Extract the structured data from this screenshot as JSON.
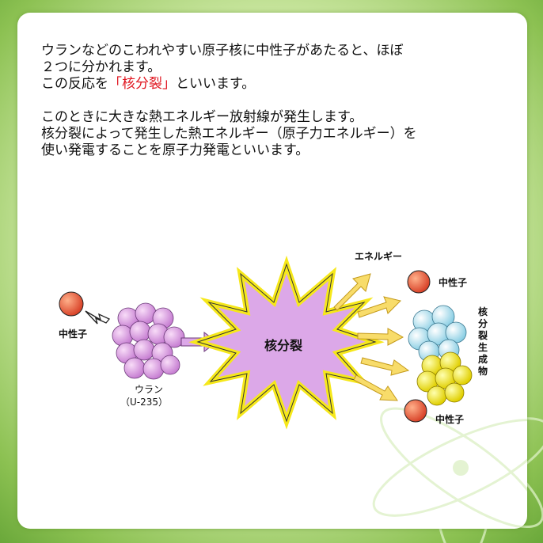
{
  "intro": {
    "line1": "ウランなどのこわれやすい原子核に中性子があたると、ほぼ",
    "line2": "２つに分かれます。",
    "line3_before": "この反応を",
    "line3_highlight": "「核分裂」",
    "line3_after": "といいます。",
    "line4": "このときに大きな熱エネルギー放射線が発生します。",
    "line5": "核分裂によって発生した熱エネルギー（原子力エネルギー）を",
    "line6": "使い発電することを原子力発電といいます。"
  },
  "diagram": {
    "neutron_label": "中性子",
    "uranium_label": "ウラン",
    "uranium_isotope": "（U-235）",
    "fission_label": "核分裂",
    "energy_label": "エネルギー",
    "neutron_top_label": "中性子",
    "neutron_bottom_label": "中性子",
    "products_label": "核分裂生成物"
  },
  "colors": {
    "highlight": "#e0141e",
    "neutron": "#e8573a",
    "uranium": "#e0a6e6",
    "fragment_blue": "#bfe6f2",
    "fragment_yellow": "#f4ec1c",
    "burst_fill": "#dca8e8",
    "burst_outline": "#f6e81a",
    "arrow_fill": "#f8dc6a",
    "frame_green": "#8cc152"
  }
}
